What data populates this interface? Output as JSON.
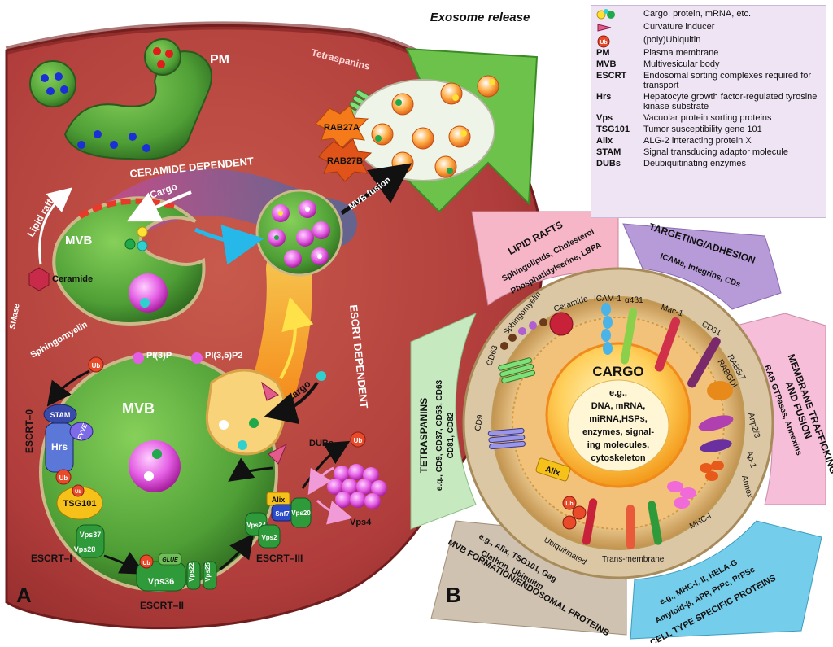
{
  "colors": {
    "cytoplasm": "#b34242",
    "membrane": "#8e2a2a",
    "mvb": "#55a83a",
    "legend_bg": "#efe4f4",
    "cargo_core": "#ffe08a"
  },
  "panel_a": {
    "letter": "A",
    "pm": "PM",
    "tetraspanins": "Tetraspanins",
    "exosome_release": "Exosome release",
    "ceramide_dependent": "CERAMIDE DEPENDENT",
    "lipid_rafts": "Lipid rafts",
    "cargo_top": "Cargo",
    "mvb_top": "MVB",
    "ceramide": "Ceramide",
    "smase": "SMase",
    "sphingomyelin": "Sphingomyelin",
    "rab27a": "RAB27A",
    "rab27b": "RAB27B",
    "mvb_fusion": "MVB fusion",
    "escrt_dependent": "ESCRT DEPENDENT",
    "cargo_mid": "Cargo",
    "mvb_big": "MVB",
    "pi3p": "PI(3)P",
    "pi35p2": "PI(3,5)P2",
    "escrt0": "ESCRT–0",
    "stam": "STAM",
    "hrs": "Hrs",
    "fyve": "FYVE",
    "ub": "Ub",
    "tsg101": "TSG101",
    "escrt1": "ESCRT–I",
    "vps37": "Vps37",
    "vps28": "Vps28",
    "escrt2": "ESCRT–II",
    "vps36": "Vps36",
    "glue": "GLUE",
    "vps22": "Vps22",
    "vps25": "Vps25",
    "escrt3": "ESCRT–III",
    "vps24": "Vps24",
    "vps2": "Vps2",
    "alix": "Alix",
    "snf7": "Snf7",
    "vps20": "Vps20",
    "dubs": "DUBs",
    "vps4": "Vps4"
  },
  "panel_b": {
    "letter": "B",
    "cargo_title": "CARGO",
    "cargo_lines": [
      "e.g.,",
      "DNA, mRNA,",
      "miRNA,HSPs,",
      "enzymes, signal-",
      "ing molecules,",
      "cytoskeleton"
    ],
    "sectors": {
      "lipid_rafts": {
        "title": "LIPID RAFTS",
        "line1": "Sphingolipids, Cholesterol",
        "line2": "Phosphatidylserine, LBPA"
      },
      "targeting": {
        "title": "TARGETING/ADHESION",
        "line1": "ICAMs, Integrins, CDs"
      },
      "membrane": {
        "title1": "MEMBRANE TRAFFICKING",
        "title2": "AND FUSION",
        "line1": "RAB GTPases, Annexins"
      },
      "tetraspanins": {
        "title": "TETRASPANINS",
        "line1": "e.g., CD9, CD37, CD53, CD63",
        "line2": "CD81, CD82"
      },
      "mvb_formation": {
        "title": "MVB FORMATION/ENDOSOMAL PROTEINS",
        "line1": "e.g., Alix, TSG101, Gag",
        "line2": "Clathrin, Ubiquitin"
      },
      "cell_type": {
        "title": "CELL TYPE SPECIFIC PROTEINS",
        "line1": "e.g., MHC-I, II, HELA-G",
        "line2": "Amyloid-β, APP, PrPc, PrPSc"
      }
    },
    "labels": {
      "sphingomyelin": "Sphingomyelin",
      "ceramide": "Ceramide",
      "icam1": "ICAM-1",
      "a4b1": "α4β1",
      "mac1": "Mac-1",
      "cd31": "CD31",
      "rab5_7": "RAB5/7",
      "rabgdi": "RABGDI",
      "anp23": "Anp2/3",
      "ap1": "Ap-1",
      "annex": "Annex",
      "cd63": "CD63",
      "cd9": "CD9",
      "alix": "Alix",
      "ub": "Ub",
      "ubiquitinated": "Ubiquitinated",
      "transmembrane": "Trans-membrane",
      "mhc1": "MHC-I"
    }
  },
  "legend": [
    {
      "icon": "cargo-dots-icon",
      "term": "",
      "desc": "Cargo: protein, mRNA, etc."
    },
    {
      "icon": "cone-icon",
      "term": "",
      "desc": "Curvature inducer"
    },
    {
      "icon": "ub-icon",
      "term": "",
      "desc": "(poly)Ubiquitin"
    },
    {
      "term": "PM",
      "desc": "Plasma membrane"
    },
    {
      "term": "MVB",
      "desc": "Multivesicular body"
    },
    {
      "term": "ESCRT",
      "desc": "Endosomal sorting complexes required for transport"
    },
    {
      "term": "Hrs",
      "desc": "Hepatocyte growth factor-regulated tyrosine kinase substrate"
    },
    {
      "term": "Vps",
      "desc": "Vacuolar protein sorting proteins"
    },
    {
      "term": "TSG101",
      "desc": "Tumor susceptibility gene 101"
    },
    {
      "term": "Alix",
      "desc": "ALG-2 interacting protein X"
    },
    {
      "term": "STAM",
      "desc": "Signal transducing adaptor molecule"
    },
    {
      "term": "DUBs",
      "desc": "Deubiquitinating enzymes"
    }
  ]
}
